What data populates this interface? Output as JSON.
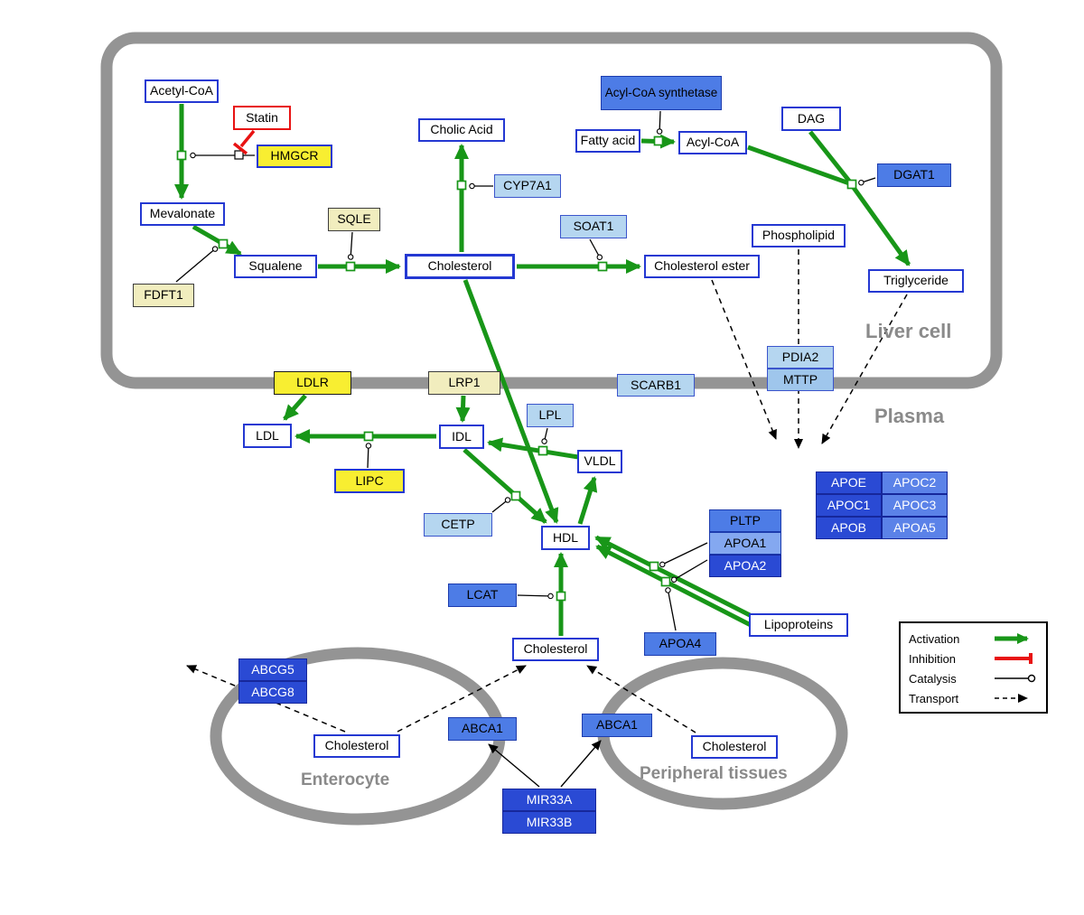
{
  "compartments": {
    "liver": {
      "label": "Liver cell"
    },
    "plasma": {
      "label": "Plasma"
    },
    "enterocyte": {
      "label": "Enterocyte"
    },
    "peripheral": {
      "label": "Peripheral tissues"
    }
  },
  "nodes": {
    "acetyl_coa": {
      "label": "Acetyl-CoA"
    },
    "statin": {
      "label": "Statin"
    },
    "hmgcr": {
      "label": "HMGCR"
    },
    "mevalonate": {
      "label": "Mevalonate"
    },
    "fdft1": {
      "label": "FDFT1"
    },
    "squalene": {
      "label": "Squalene"
    },
    "sqle": {
      "label": "SQLE"
    },
    "cholic_acid": {
      "label": "Cholic Acid"
    },
    "cyp7a1": {
      "label": "CYP7A1"
    },
    "cholesterol_liver": {
      "label": "Cholesterol"
    },
    "soat1": {
      "label": "SOAT1"
    },
    "cholesterol_ester": {
      "label": "Cholesterol ester"
    },
    "acyl_coa_synthetase": {
      "label": "Acyl-CoA synthetase"
    },
    "fatty_acid": {
      "label": "Fatty acid"
    },
    "acyl_coa": {
      "label": "Acyl-CoA"
    },
    "dag": {
      "label": "DAG"
    },
    "dgat1": {
      "label": "DGAT1"
    },
    "phospholipid": {
      "label": "Phospholipid"
    },
    "triglyceride": {
      "label": "Triglyceride"
    },
    "pdia2": {
      "label": "PDIA2"
    },
    "mttp": {
      "label": "MTTP"
    },
    "ldlr": {
      "label": "LDLR"
    },
    "lrp1": {
      "label": "LRP1"
    },
    "scarb1": {
      "label": "SCARB1"
    },
    "ldl": {
      "label": "LDL"
    },
    "idl": {
      "label": "IDL"
    },
    "lpl": {
      "label": "LPL"
    },
    "vldl": {
      "label": "VLDL"
    },
    "lipc": {
      "label": "LIPC"
    },
    "cetp": {
      "label": "CETP"
    },
    "hdl": {
      "label": "HDL"
    },
    "pltp": {
      "label": "PLTP"
    },
    "apoa1": {
      "label": "APOA1"
    },
    "apoa2": {
      "label": "APOA2"
    },
    "apoe": {
      "label": "APOE"
    },
    "apoc2": {
      "label": "APOC2"
    },
    "apoc1": {
      "label": "APOC1"
    },
    "apoc3": {
      "label": "APOC3"
    },
    "apob": {
      "label": "APOB"
    },
    "apoa5": {
      "label": "APOA5"
    },
    "lcat": {
      "label": "LCAT"
    },
    "apoa4": {
      "label": "APOA4"
    },
    "lipoproteins": {
      "label": "Lipoproteins"
    },
    "cholesterol_plasma": {
      "label": "Cholesterol"
    },
    "abcg5": {
      "label": "ABCG5"
    },
    "abcg8": {
      "label": "ABCG8"
    },
    "cholesterol_enterocyte": {
      "label": "Cholesterol"
    },
    "abca1_left": {
      "label": "ABCA1"
    },
    "abca1_right": {
      "label": "ABCA1"
    },
    "cholesterol_peripheral": {
      "label": "Cholesterol"
    },
    "mir33a": {
      "label": "MIR33A"
    },
    "mir33b": {
      "label": "MIR33B"
    }
  },
  "legend": {
    "activation": {
      "label": "Activation"
    },
    "inhibition": {
      "label": "Inhibition"
    },
    "catalysis": {
      "label": "Catalysis"
    },
    "transport": {
      "label": "Transport"
    }
  },
  "colors": {
    "activation_green": "#189618",
    "inhibition_red": "#e81212",
    "metabolite_border_blue": "#2438d2",
    "compartment_gray": "#949494",
    "gene_yellow": "#f8ee31",
    "gene_pale_yellow": "#f1edbe",
    "gene_light_blue": "#b5d6f0",
    "gene_medium_blue": "#4d7ce6",
    "gene_dark_blue": "#2a4ad4"
  }
}
